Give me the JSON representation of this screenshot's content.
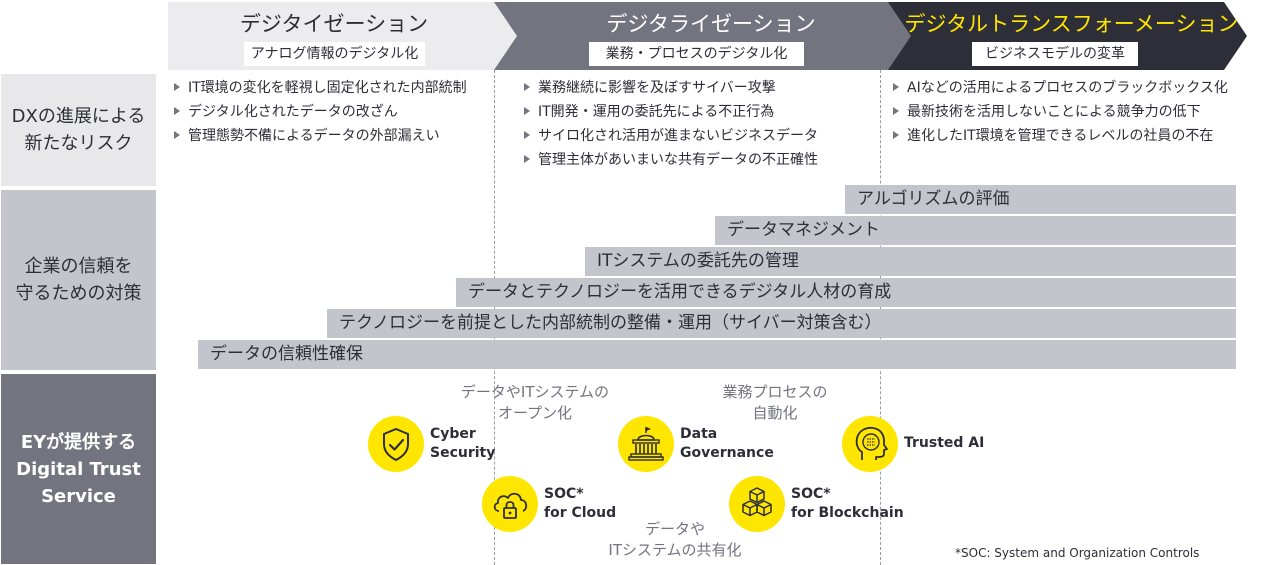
{
  "stages": [
    {
      "title": "デジタイゼーション",
      "subtitle": "アナログ情報のデジタル化"
    },
    {
      "title": "デジタライゼーション",
      "subtitle": "業務・プロセスのデジタル化"
    },
    {
      "title": "デジタルトランスフォーメーション",
      "subtitle": "ビジネスモデルの変革"
    }
  ],
  "rows": {
    "risk_label": [
      "DXの進展による",
      "新たなリスク"
    ],
    "measures_label": [
      "企業の信頼を",
      "守るための対策"
    ],
    "services_label": [
      "EYが提供する",
      "Digital Trust",
      "Service"
    ]
  },
  "risks": {
    "stage1": [
      "IT環境の変化を軽視し固定化された内部統制",
      "デジタル化されたデータの改ざん",
      "管理態勢不備によるデータの外部漏えい"
    ],
    "stage2": [
      "業務継続に影響を及ぼすサイバー攻撃",
      "IT開発・運用の委託先による不正行為",
      "サイロ化され活用が進まないビジネスデータ",
      "管理主体があいまいな共有データの不正確性"
    ],
    "stage3": [
      "AIなどの活用によるプロセスのブラックボックス化",
      "最新技術を活用しないことによる競争力の低下",
      "進化したIT環境を管理できるレベルの社員の不在"
    ]
  },
  "measures": [
    "アルゴリズムの評価",
    "データマネジメント",
    "ITシステムの委託先の管理",
    "データとテクノロジーを活用できるデジタル人材の育成",
    "テクノロジーを前提とした内部統制の整備・運用（サイバー対策含む）",
    "データの信頼性確保"
  ],
  "notes": {
    "open": [
      "データやITシステムの",
      "オープン化"
    ],
    "automation": [
      "業務プロセスの",
      "自動化"
    ],
    "sharing": [
      "データや",
      "ITシステムの共有化"
    ]
  },
  "services": {
    "cyber": {
      "line1": "Cyber",
      "line2": "Security",
      "icon": "shield-check-icon"
    },
    "data_gov": {
      "line1": "Data",
      "line2": "Governance",
      "icon": "government-building-icon"
    },
    "trusted_ai": {
      "line1": "Trusted AI",
      "icon": "ai-head-icon"
    },
    "soc_cloud": {
      "line1": "SOC*",
      "line2": "for Cloud",
      "icon": "cloud-lock-icon"
    },
    "soc_blockchain": {
      "line1": "SOC*",
      "line2": "for Blockchain",
      "icon": "blockchain-cubes-icon"
    }
  },
  "footnote": "*SOC: System and Organization Controls",
  "colors": {
    "accent_yellow": "#ffe600",
    "dark": "#2e2e38",
    "mid_gray": "#747480",
    "light_gray": "#c4c4cd",
    "pale_gray": "#e8e8eb"
  }
}
